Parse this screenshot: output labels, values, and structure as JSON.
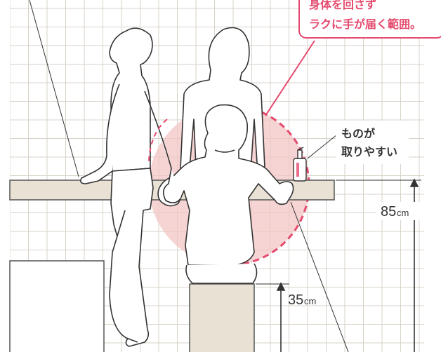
{
  "callout": {
    "line1": "身体を回さず",
    "line2": "ラクに手が届く範囲。"
  },
  "bottle_label": {
    "line1": "ものが",
    "line2": "取りやすい"
  },
  "dimensions": {
    "counter_height": {
      "value": "85",
      "unit": "cm"
    },
    "stool_height": {
      "value": "35",
      "unit": "cm"
    }
  },
  "colors": {
    "wall": "#ffffff",
    "grid_line": "#d8d3c8",
    "counter": "#e8e1d4",
    "stool": "#e8e1d4",
    "reach_zone_fill": "#f2c6c4",
    "accent_pink": "#e44a6e",
    "outline": "#333333"
  }
}
